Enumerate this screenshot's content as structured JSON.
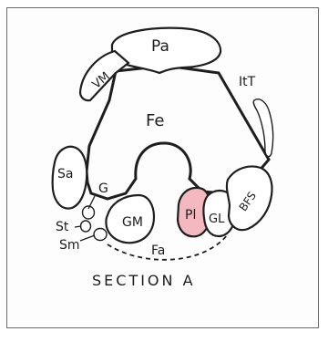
{
  "labels": {
    "pa": "Pa",
    "vm": "VM",
    "itt": "ItT",
    "fe": "Fe",
    "sa": "Sa",
    "g": "G",
    "st": "St",
    "sm": "Sm",
    "gm": "GM",
    "pl": "Pl",
    "gl": "GL",
    "bfs": "BFS",
    "fa": "Fa"
  },
  "caption": "SECTION A",
  "colors": {
    "plantaris_fill": "#f4b8c0",
    "line": "#1e1e1e"
  }
}
